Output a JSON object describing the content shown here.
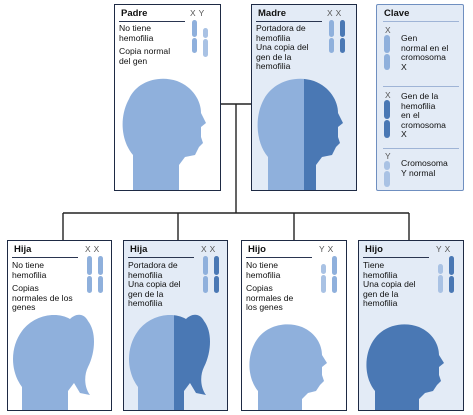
{
  "parents": {
    "father": {
      "title": "Padre",
      "chrom_labels": "XY",
      "lines": [
        "No tiene",
        "hemofilia",
        "Copia normal",
        "del gen"
      ]
    },
    "mother": {
      "title": "Madre",
      "chrom_labels": "XX",
      "lines": [
        "Portadora de",
        "hemofilia",
        "Una copia del",
        "gen de la",
        "hemofilia"
      ]
    }
  },
  "children": [
    {
      "title": "Hija",
      "chrom_labels": "XX",
      "lines": [
        "No tiene",
        "hemofilia",
        "Copias",
        "normales de los",
        "genes"
      ]
    },
    {
      "title": "Hija",
      "chrom_labels": "XX",
      "lines": [
        "Portadora de",
        "hemofilia",
        "Una copia del",
        "gen de la",
        "hemofilia"
      ]
    },
    {
      "title": "Hijo",
      "chrom_labels": "YX",
      "lines": [
        "No tiene",
        "hemofilia",
        "Copias",
        "normales de",
        "los genes"
      ]
    },
    {
      "title": "Hijo",
      "chrom_labels": "YX",
      "lines": [
        "Tiene",
        "hemofilia",
        "Una copia del",
        "gen de la",
        "hemofilia"
      ]
    }
  ],
  "key": {
    "title": "Clave",
    "items": [
      {
        "letter": "X",
        "lines": [
          "Gen",
          "normal en el",
          "cromosoma",
          "X"
        ]
      },
      {
        "letter": "X",
        "lines": [
          "Gen de la",
          "hemofilia",
          "en el",
          "cromosoma",
          "X"
        ]
      },
      {
        "letter": "Y",
        "lines": [
          "Cromosoma",
          "Y normal"
        ]
      }
    ]
  },
  "colors": {
    "normal": "#8fb0dc",
    "hemophilia": "#4a78b4",
    "y_chrom": "#a9c2e4",
    "border": "#1e2a44",
    "card_tint": "#e3ebf6"
  }
}
